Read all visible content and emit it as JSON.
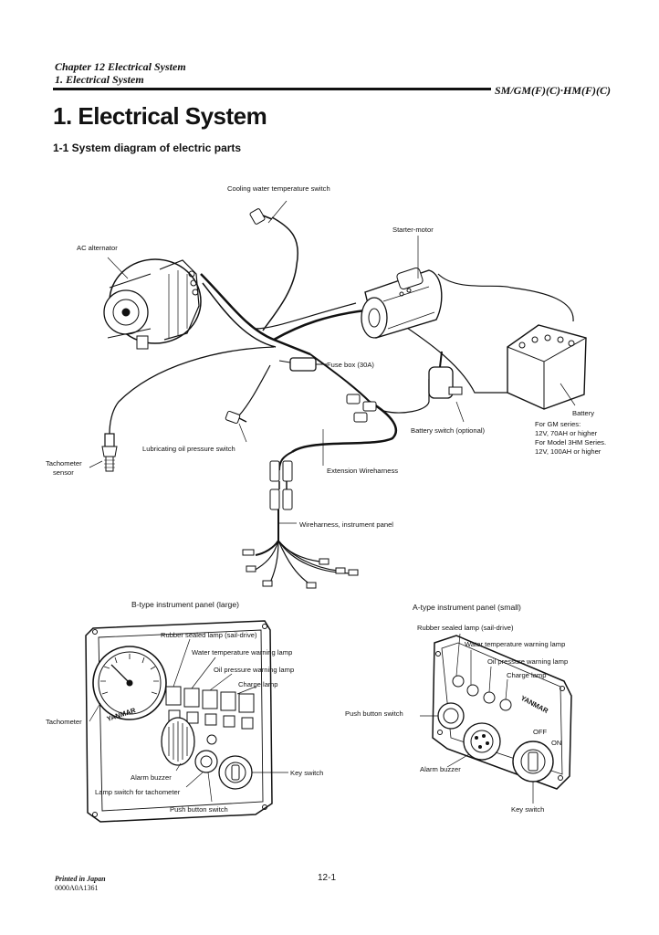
{
  "header": {
    "chapter": "Chapter 12 Electrical System",
    "section": "1. Electrical System",
    "model": "SM/GM(F)(C)·HM(F)(C)"
  },
  "title": "1. Electrical System",
  "subtitle": "1-1 System diagram of electric parts",
  "system_labels": {
    "cooling_switch": "Cooling water temperature switch",
    "starter_motor": "Starter-motor",
    "ac_alternator": "AC alternator",
    "fuse_box": "Fuse box (30A)",
    "battery": "Battery",
    "battery_spec_1": "For GM series:",
    "battery_spec_2": "12V, 70AH or higher",
    "battery_spec_3": "For Model 3HM  Series.",
    "battery_spec_4": "12V, 100AH or higher",
    "battery_switch": "Battery switch (optional)",
    "lub_oil_switch": "Lubricating oil pressure switch",
    "tach_sensor_1": "Tachometer",
    "tach_sensor_2": "sensor",
    "extension_harness": "Extension Wireharness",
    "panel_harness": "Wireharness, instrument panel"
  },
  "b_panel": {
    "title": "B-type instrument panel (large)",
    "rubber_lamp": "Rubber sealed lamp (sail-drive)",
    "water_lamp": "Water temperature warning lamp",
    "oil_lamp": "Oil pressure warning lamp",
    "charge_lamp": "Charge lamp",
    "tachometer": "Tachometer",
    "alarm_buzzer": "Alarm buzzer",
    "lamp_switch": "Lamp switch for tachometer",
    "push_button": "Push button switch",
    "key_switch": "Key switch",
    "brand": "YANMAR"
  },
  "a_panel": {
    "title": "A-type instrument panel (small)",
    "rubber_lamp": "Rubber sealed lamp (sail-drive)",
    "water_lamp": "Water temperature warning lamp",
    "oil_lamp": "Oil pressure warning lamp",
    "charge_lamp": "Charge lamp",
    "push_button": "Push button switch",
    "alarm_buzzer": "Alarm buzzer",
    "key_switch": "Key switch",
    "brand": "YANMAR",
    "key_off": "OFF",
    "key_on": "ON"
  },
  "footer": {
    "printed": "Printed in Japan",
    "code": "0000A0A1361",
    "page": "12-1"
  }
}
